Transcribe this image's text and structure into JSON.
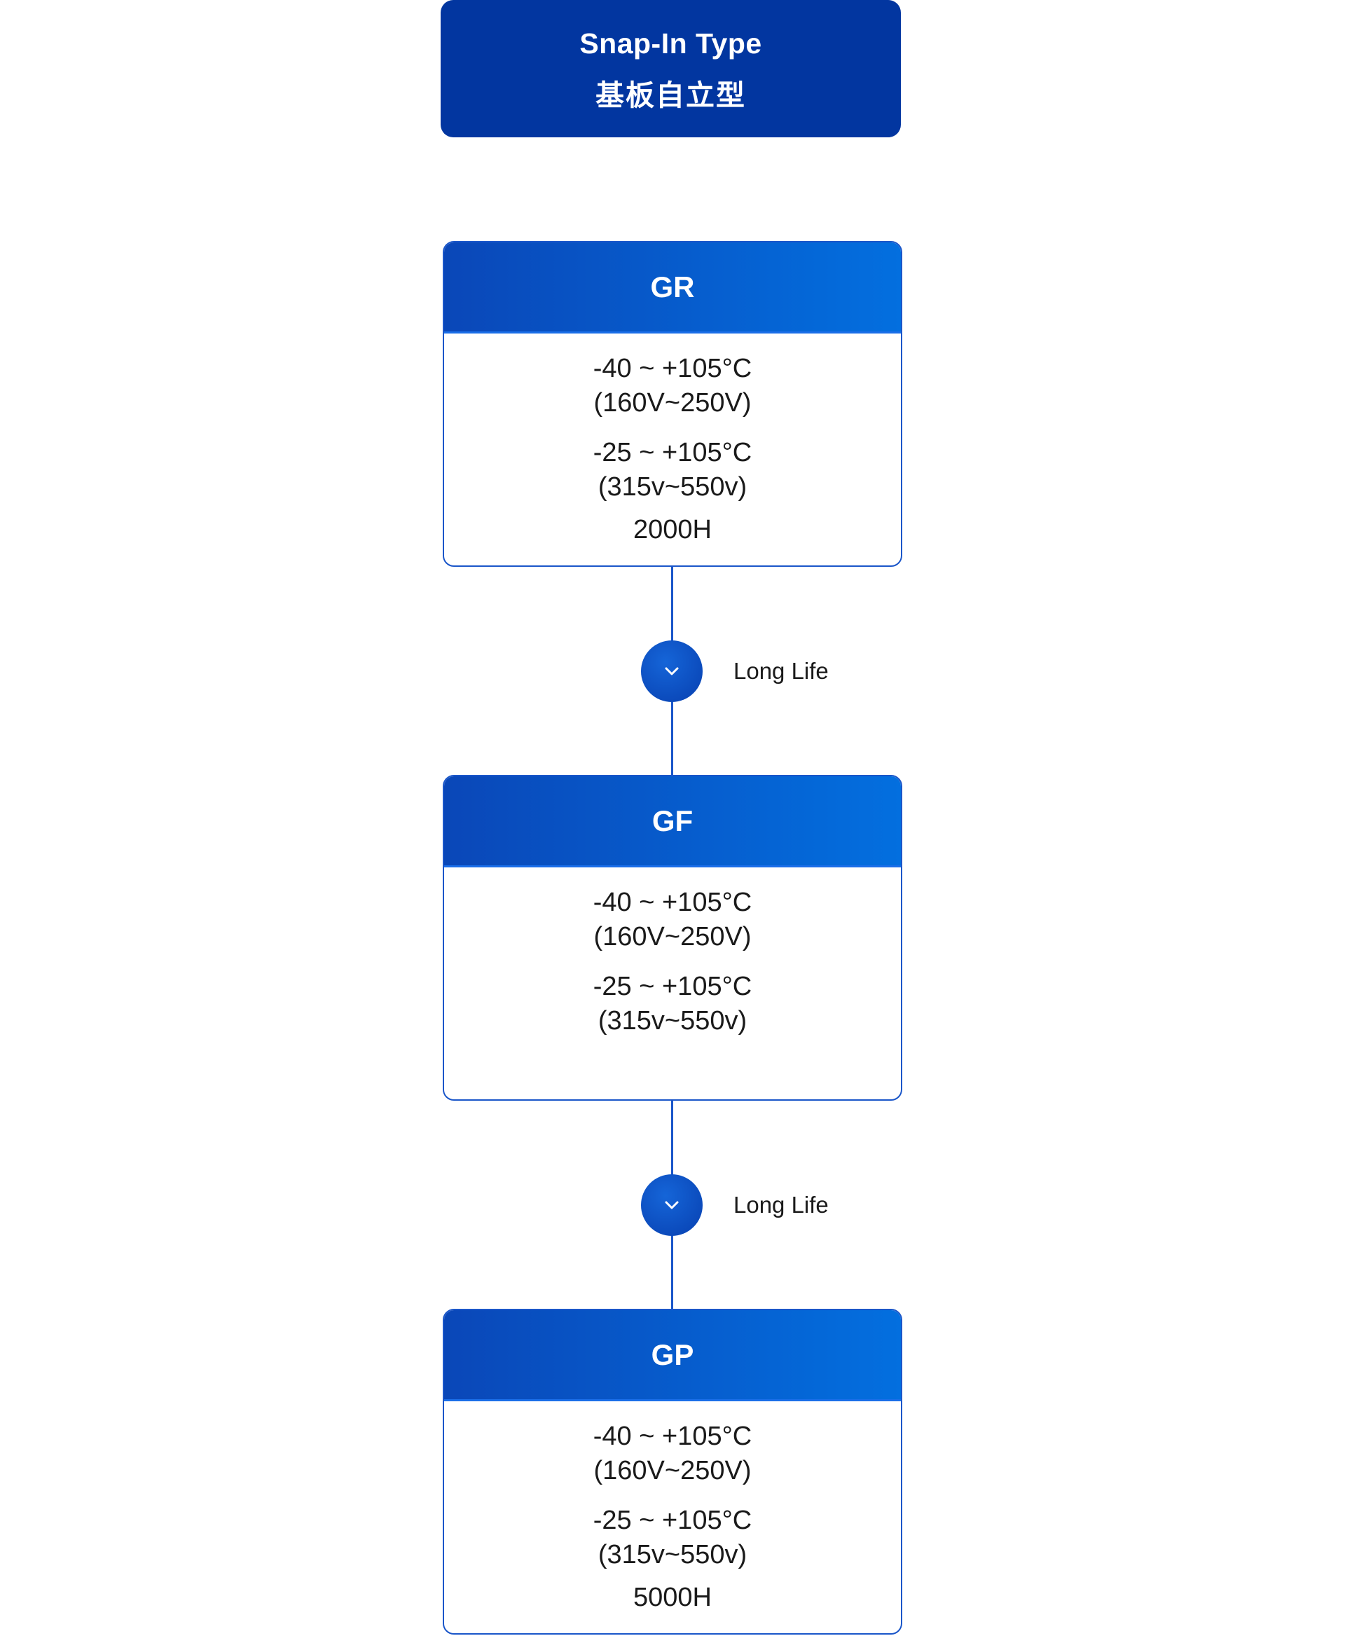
{
  "type_box": {
    "title_en": "Snap-In Type",
    "title_zh": "基板自立型"
  },
  "series": [
    {
      "name": "GR",
      "specs": [
        {
          "temp": "-40 ~ +105°C",
          "voltage": "(160V~250V)"
        },
        {
          "temp": "-25 ~ +105°C",
          "voltage": "(315v~550v)"
        }
      ],
      "life": "2000H"
    },
    {
      "name": "GF",
      "specs": [
        {
          "temp": "-40 ~ +105°C",
          "voltage": "(160V~250V)"
        },
        {
          "temp": "-25 ~ +105°C",
          "voltage": "(315v~550v)"
        }
      ],
      "life": ""
    },
    {
      "name": "GP",
      "specs": [
        {
          "temp": "-40 ~ +105°C",
          "voltage": "(160V~250V)"
        },
        {
          "temp": "-25 ~ +105°C",
          "voltage": "(315v~550v)"
        }
      ],
      "life": "5000H"
    }
  ],
  "connectors": [
    {
      "label": "Long Life",
      "icon": "chevron-down-icon"
    },
    {
      "label": "Long Life",
      "icon": "chevron-down-icon"
    }
  ],
  "colors": {
    "title_bg": "#0236a0",
    "header_gradient_start": "#0a47b8",
    "header_gradient_end": "#036fdf",
    "border": "#1a56c9",
    "text": "#1a1a1a"
  }
}
